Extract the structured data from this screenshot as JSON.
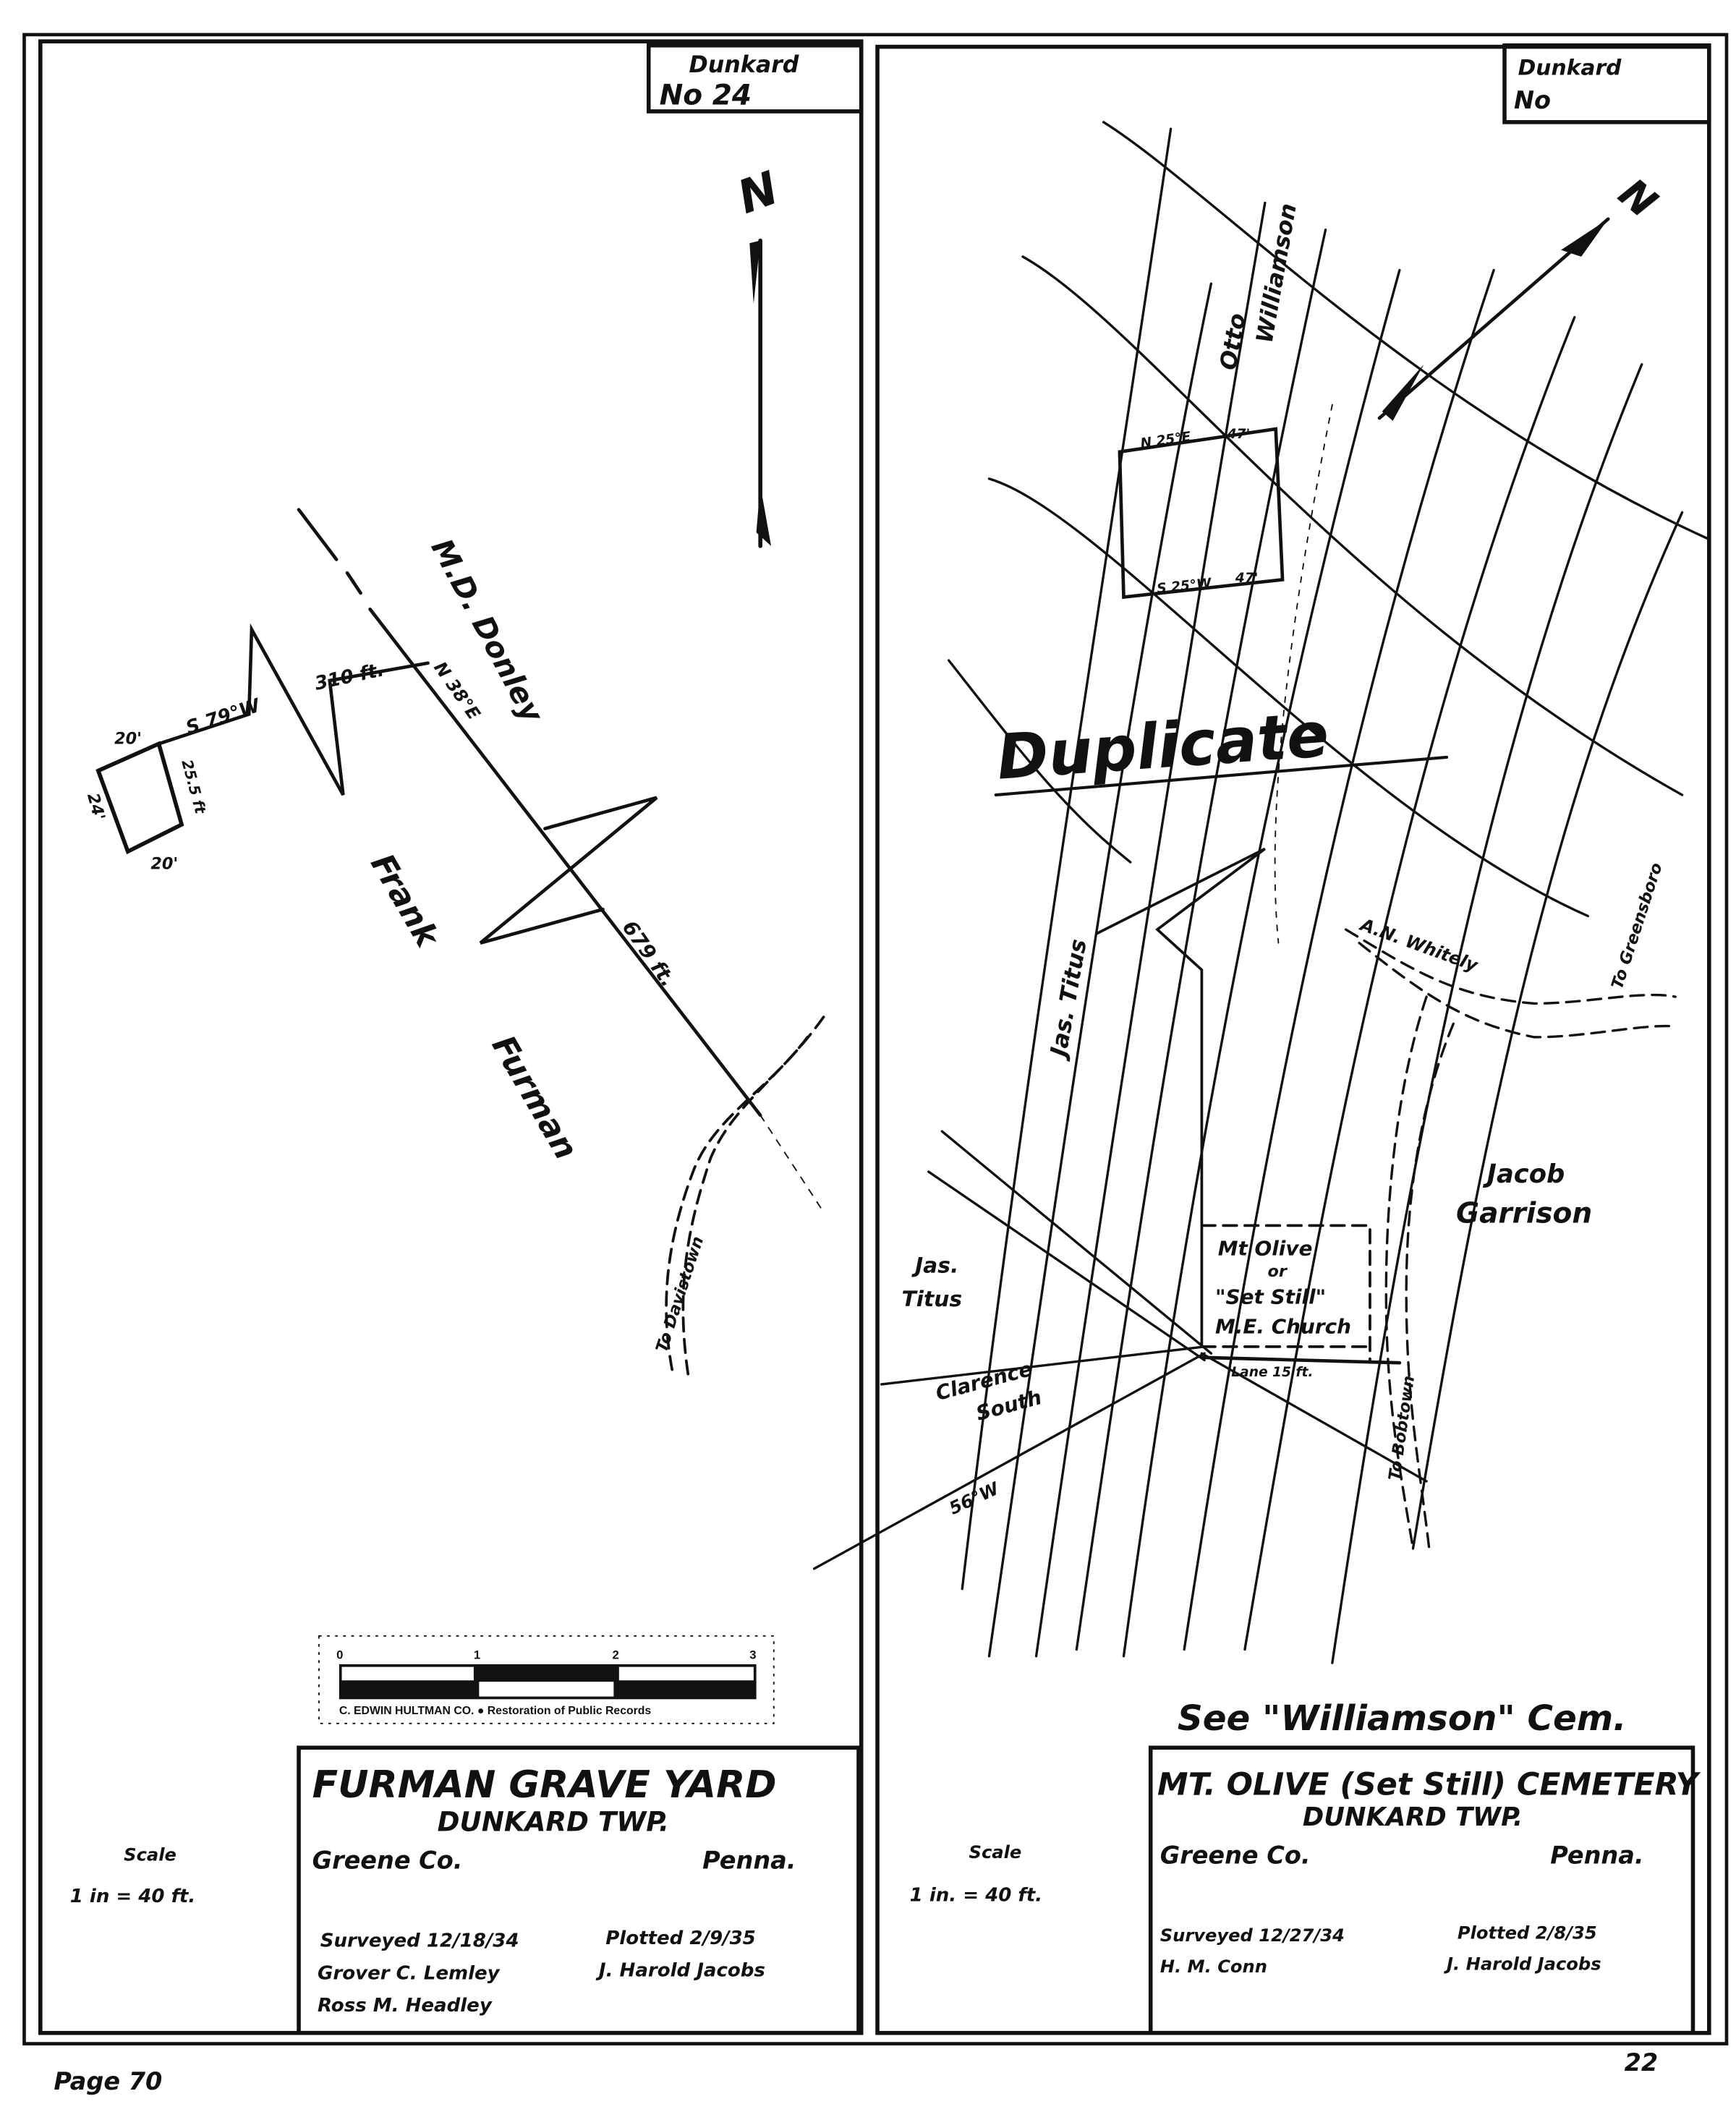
{
  "left_sheet": {
    "tag": {
      "line1": "Dunkard",
      "line2": "No 24"
    },
    "north_label": "N",
    "labels": {
      "owner_top": "M.D. Donley",
      "owner_frank": "Frank",
      "owner_furman": "Furman",
      "bearing_s79w": "S 79°W",
      "dist_310": "310 ft.",
      "bearing_n38e": "N 38°E",
      "dist_679": "679 ft.",
      "sq_top": "20'",
      "sq_left": "24'",
      "sq_bottom": "20'",
      "sq_right": "25.5 ft",
      "road": "To Davistown"
    },
    "scale_label": "Scale",
    "scale_value": "1 in = 40 ft.",
    "scale_bar": {
      "ticks": [
        "0",
        "1",
        "2",
        "3"
      ],
      "credit": "C. EDWIN HULTMAN CO.  ●  Restoration of Public Records"
    },
    "title_block": {
      "title": "FURMAN GRAVE YARD",
      "township": "DUNKARD TWP.",
      "county": "Greene Co.",
      "state": "Penna.",
      "surveyed": "Surveyed 12/18/34",
      "plotted": "Plotted 2/9/35",
      "surveyor1": "Grover C. Lemley",
      "surveyor2": "Ross M. Headley",
      "plotter": "J. Harold Jacobs"
    }
  },
  "right_sheet": {
    "tag": {
      "line1": "Dunkard",
      "line2": "No"
    },
    "north_label": "N",
    "duplicate_stamp": "Duplicate",
    "labels": {
      "otto": "Otto",
      "williamson": "Williamson",
      "jas_titus_top": "Jas. Titus",
      "whitely": "A.N. Whitely",
      "greensboro": "To Greensboro",
      "jacob": "Jacob",
      "garrison": "Garrison",
      "church1": "Mt Olive",
      "church2": "or",
      "church3": "\"Set Still\"",
      "church4": "M.E. Church",
      "lane": "Lane 15 ft.",
      "jas": "Jas.",
      "titus": "Titus",
      "clarence": "Clarence",
      "south": "South",
      "bearing_56w": "56°W",
      "bobtown": "To Bobtown",
      "sq_n25e": "N 25°E",
      "sq_47a": "47'",
      "sq_s25w": "S 25°W",
      "sq_47b": "47'",
      "see_note": "See \"Williamson\" Cem."
    },
    "scale_label": "Scale",
    "scale_value": "1 in. = 40 ft.",
    "title_block": {
      "title": "MT. OLIVE (Set Still) CEMETERY",
      "township": "DUNKARD TWP.",
      "county": "Greene Co.",
      "state": "Penna.",
      "surveyed": "Surveyed 12/27/34",
      "plotted": "Plotted 2/8/35",
      "surveyor1": "H. M. Conn",
      "plotter": "J. Harold Jacobs"
    }
  },
  "footer": {
    "page": "Page 70",
    "sheet_number": "22"
  }
}
